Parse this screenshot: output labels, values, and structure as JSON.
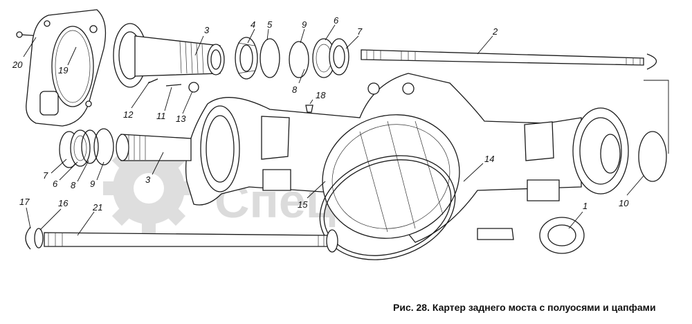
{
  "figure": {
    "caption": "Рис. 28. Картер заднего моста с полуосями и цапфами",
    "watermark": "Спецмаш"
  },
  "callouts": [
    {
      "id": "c20",
      "text": "20"
    },
    {
      "id": "c19",
      "text": "19"
    },
    {
      "id": "c3a",
      "text": "3"
    },
    {
      "id": "c4",
      "text": "4"
    },
    {
      "id": "c5",
      "text": "5"
    },
    {
      "id": "c9a",
      "text": "9"
    },
    {
      "id": "c6a",
      "text": "6"
    },
    {
      "id": "c7a",
      "text": "7"
    },
    {
      "id": "c8a",
      "text": "8"
    },
    {
      "id": "c2",
      "text": "2"
    },
    {
      "id": "c12",
      "text": "12"
    },
    {
      "id": "c11",
      "text": "11"
    },
    {
      "id": "c13",
      "text": "13"
    },
    {
      "id": "c18",
      "text": "18"
    },
    {
      "id": "c7b",
      "text": "7"
    },
    {
      "id": "c6b",
      "text": "6"
    },
    {
      "id": "c8b",
      "text": "8"
    },
    {
      "id": "c9b",
      "text": "9"
    },
    {
      "id": "c3b",
      "text": "3"
    },
    {
      "id": "c14",
      "text": "14"
    },
    {
      "id": "c15",
      "text": "15"
    },
    {
      "id": "c17",
      "text": "17"
    },
    {
      "id": "c16",
      "text": "16"
    },
    {
      "id": "c21",
      "text": "21"
    },
    {
      "id": "c1",
      "text": "1"
    },
    {
      "id": "c10",
      "text": "10"
    }
  ]
}
